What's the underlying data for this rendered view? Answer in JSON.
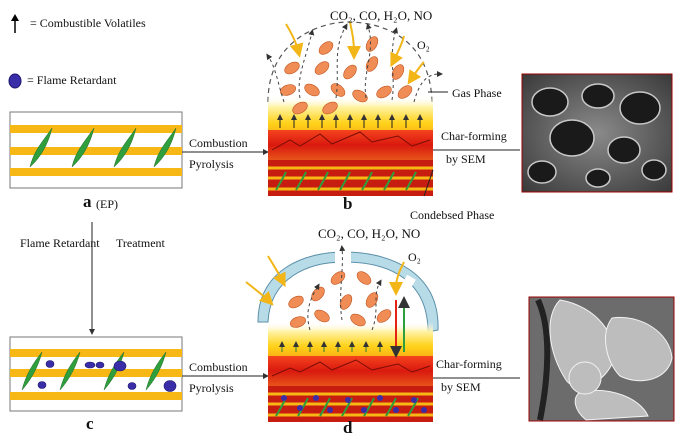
{
  "legend": {
    "arrow_label": "= Combustible Volatiles",
    "dot_label": "= Flame Retardant"
  },
  "panel_a": {
    "letter": "a",
    "sub": "(EP)"
  },
  "panel_b": {
    "letter": "b"
  },
  "panel_c": {
    "letter": "c"
  },
  "panel_d": {
    "letter": "d"
  },
  "top": {
    "gases_prefix": "CO",
    "gases_line": "CO₂, CO, H₂O, NO",
    "o2": "O₂",
    "gas_phase": "Gas Phase",
    "condensed_phase": "Condebsed Phase",
    "combustion": "Combustion",
    "pyrolysis": "Pyrolysis",
    "char_forming": "Char-forming",
    "by_sem": "by SEM"
  },
  "middle": {
    "treatment_a": "Flame Retardant",
    "treatment_b": "Treatment"
  },
  "bottom": {
    "gases_line": "CO₂, CO, H₂O, NO",
    "o2": "O₂",
    "combustion": "Combustion",
    "pyrolysis": "Pyrolysis",
    "char_forming": "Char-forming",
    "by_sem": "by SEM"
  },
  "colors": {
    "layer_yellow": "#f7b815",
    "leaf_green": "#2f9e3c",
    "retardant_blue": "#3a2ea8",
    "flame_red": "#e32412",
    "shield_blue": "#b8dbe8"
  }
}
